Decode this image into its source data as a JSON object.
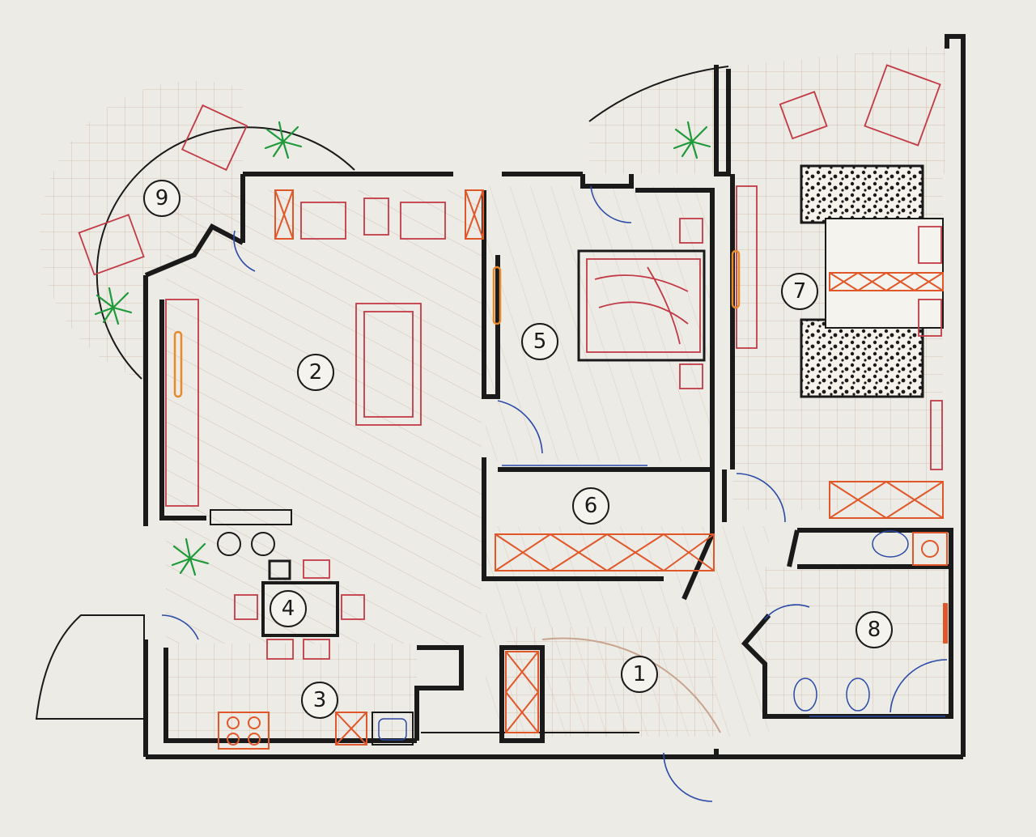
{
  "rooms": [
    {
      "id": "1",
      "label": "1"
    },
    {
      "id": "2",
      "label": "2"
    },
    {
      "id": "3",
      "label": "3"
    },
    {
      "id": "4",
      "label": "4"
    },
    {
      "id": "5",
      "label": "5"
    },
    {
      "id": "6",
      "label": "6"
    },
    {
      "id": "7",
      "label": "7"
    },
    {
      "id": "8",
      "label": "8"
    },
    {
      "id": "9",
      "label": "9"
    }
  ],
  "colors": {
    "paper": "#ecebe6",
    "wall": "#1a1a1a",
    "furniture": "#c23a45",
    "storage": "#e0582a",
    "door": "#2b4aa8",
    "plant": "#1f9a3a",
    "floor_grid": "#c9a58f"
  }
}
